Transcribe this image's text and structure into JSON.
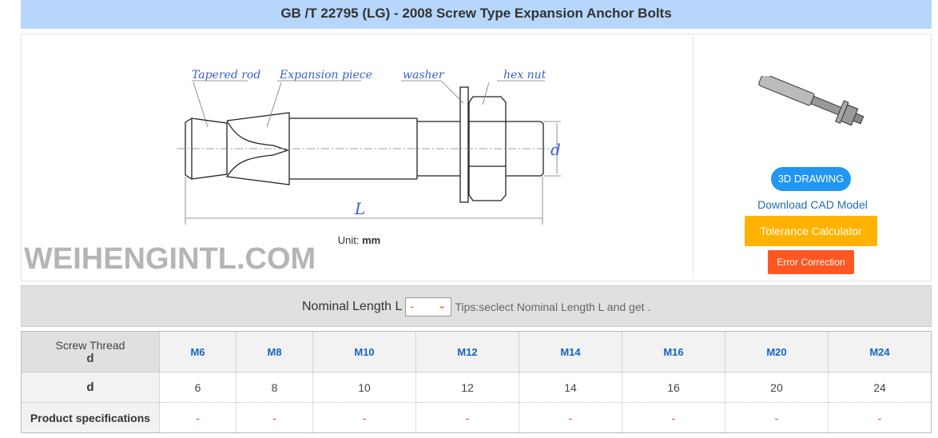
{
  "title": "GB /T 22795 (LG) - 2008 Screw Type Expansion Anchor Bolts",
  "drawing": {
    "labels": {
      "tapered_rod": "Tapered rod",
      "expansion_piece": "Expansion piece",
      "washer": "washer",
      "hex_nut": "hex nut",
      "d": "d",
      "L": "L"
    },
    "unit_label": "Unit:",
    "unit_value": "mm"
  },
  "side": {
    "drawing_3d": "3D DRAWING",
    "download_cad": "Download CAD Model",
    "tolerance": "Tolerance Calculator",
    "error": "Error Correction"
  },
  "filter": {
    "label": "Nominal Length L",
    "selected": "-",
    "tips": "Tips:seclect Nominal Length L and get ."
  },
  "watermark": "WEIHENGINTL.COM",
  "table": {
    "header_label": "Screw Thread",
    "header_sub": "d",
    "columns": [
      "M6",
      "M8",
      "M10",
      "M12",
      "M14",
      "M16",
      "M20",
      "M24"
    ],
    "rows": [
      {
        "label": "d",
        "values": [
          "6",
          "8",
          "10",
          "12",
          "14",
          "16",
          "20",
          "24"
        ]
      },
      {
        "label": "Product specifications",
        "values": [
          "-",
          "-",
          "-",
          "-",
          "-",
          "-",
          "-",
          "-"
        ]
      }
    ]
  }
}
